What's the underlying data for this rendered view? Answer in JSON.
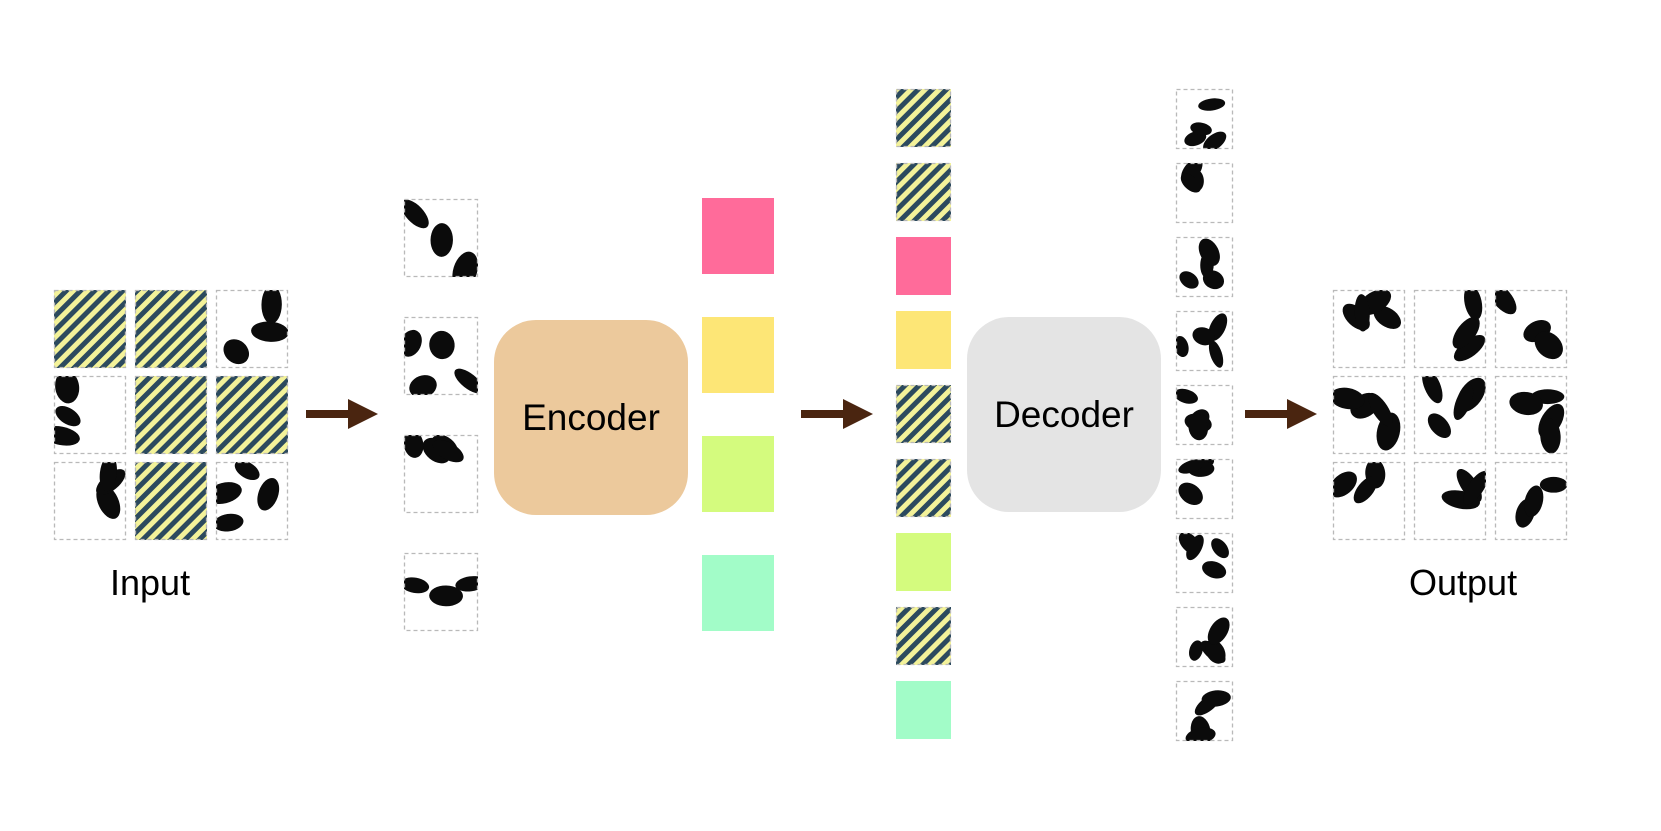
{
  "labels": {
    "input": "Input",
    "encoder": "Encoder",
    "decoder": "Decoder",
    "output": "Output"
  },
  "colors": {
    "encoder_fill": "#ecc99c",
    "decoder_fill": "#e4e4e4",
    "arrow": "#4a2510",
    "stripe_dark": "#2c4a5e",
    "stripe_light": "#f3f29a",
    "token_pink": "#ff6b9a",
    "token_yellow": "#fde676",
    "token_lime": "#d4fb7e",
    "token_mint": "#a2fcc8",
    "blob": "#0b0b0b",
    "patch_border": "#b9b9b9"
  },
  "input_grid": [
    "masked",
    "masked",
    "visible",
    "visible",
    "masked",
    "masked",
    "visible",
    "masked",
    "visible"
  ],
  "visible_patch_count": 4,
  "encoded_tokens": [
    "pink",
    "yellow",
    "lime",
    "mint"
  ],
  "decoder_input_sequence": [
    "mask",
    "mask",
    "pink",
    "yellow",
    "mask",
    "mask",
    "lime",
    "mask",
    "mint"
  ],
  "reconstructed_patch_count": 9,
  "output_grid_size": 3
}
